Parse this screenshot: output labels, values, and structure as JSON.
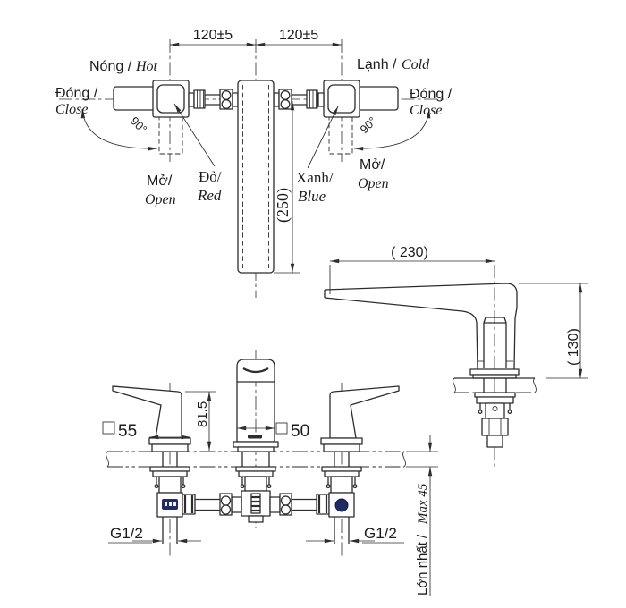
{
  "drawing": {
    "colors": {
      "line": "#2d2d2d",
      "background": "#ffffff",
      "indicator_navy": "#1f2a66"
    },
    "top_view": {
      "dim_left": "120±5",
      "dim_right": "120±5",
      "hot": {
        "vi": "Nóng / ",
        "en": "Hot"
      },
      "cold": {
        "vi": "Lạnh / ",
        "en": "Cold"
      },
      "close_left": {
        "vi": "Đóng /",
        "en": "Close"
      },
      "close_right": {
        "vi": "Đóng /",
        "en": "Close"
      },
      "open_left": {
        "vi": "Mở/",
        "en": "Open"
      },
      "open_right": {
        "vi": "Mở/",
        "en": "Open"
      },
      "angle_left": "90°",
      "angle_right": "90°",
      "red": {
        "vi": "Đỏ/",
        "en": "Red"
      },
      "blue": {
        "vi": "Xanh/",
        "en": "Blue"
      },
      "dim_height": "(250)"
    },
    "side_view": {
      "dim_reach": "( 230)",
      "dim_height": "( 130)"
    },
    "front_view": {
      "dim_handle_height": "81.5",
      "handle_width": "55",
      "spout_width": "50",
      "thread_left": "G1/2",
      "thread_right": "G1/2",
      "max_thickness": {
        "vi": "Lớn nhất / ",
        "en": "Max 45"
      }
    }
  }
}
